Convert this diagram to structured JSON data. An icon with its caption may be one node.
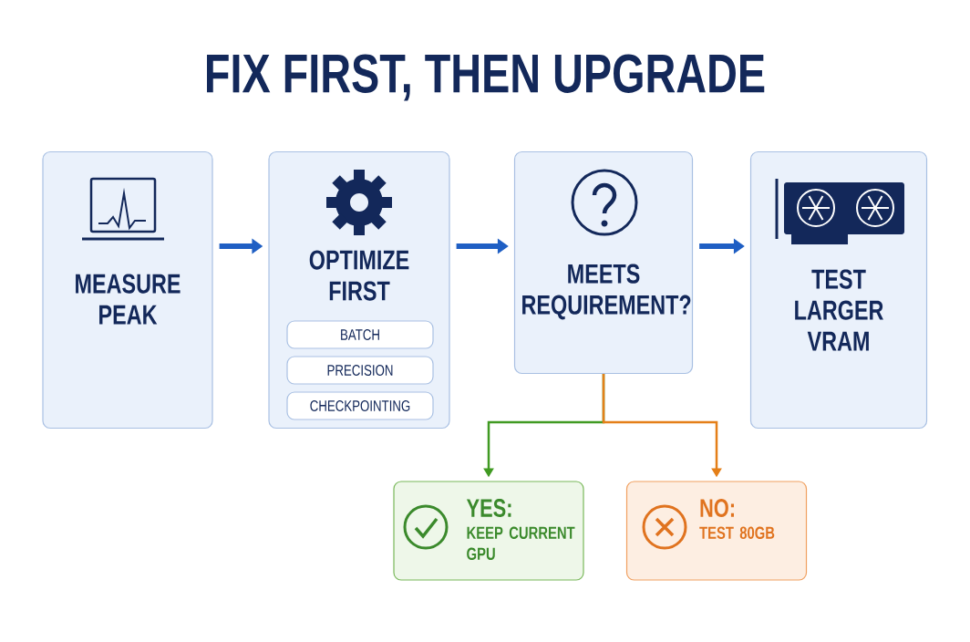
{
  "diagram": {
    "title": "FIX FIRST, THEN UPGRADE",
    "nodes": [
      {
        "text": [
          "MEASURE PEAK"
        ]
      },
      {
        "text": [
          "OPTIMIZE FIRST"
        ]
      },
      {
        "text": [
          "BATCH"
        ],
        "in": 1
      },
      {
        "text": [
          "PRECISION"
        ],
        "in": 1
      },
      {
        "text": [
          "CHECKPOINTING"
        ],
        "in": 1
      },
      {
        "text": [
          "MEETS REQUIREMENT?"
        ]
      },
      {
        "text": [
          "TEST LARGER VRAM"
        ]
      },
      {
        "text": [
          "YES:",
          "KEEP CURRENT GPU"
        ]
      },
      {
        "text": [
          "NO:",
          "TEST 80GB"
        ]
      }
    ],
    "edges": [
      {
        "from": 0,
        "to": 1,
        "arrow": "to"
      },
      {
        "from": 1,
        "to": 5,
        "arrow": "to"
      },
      {
        "from": 5,
        "to": 6,
        "arrow": "to"
      },
      {
        "from": 5,
        "to": 7,
        "arrow": "to",
        "color": "#3b8a2c"
      },
      {
        "from": 5,
        "to": 8,
        "arrow": "to",
        "color": "#e0731f"
      }
    ]
  }
}
